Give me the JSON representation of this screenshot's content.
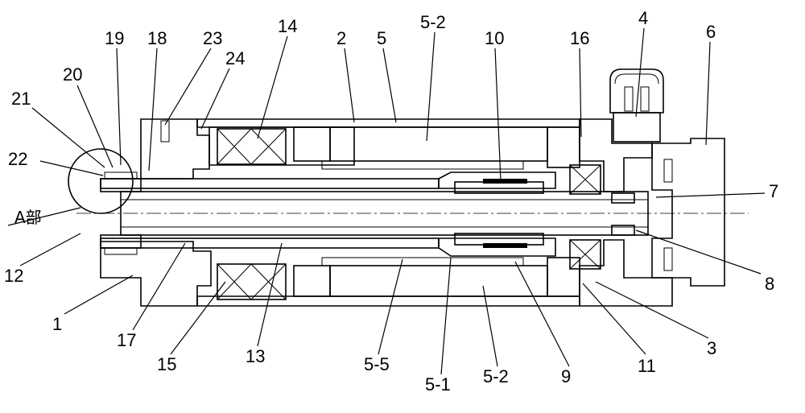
{
  "labels": {
    "l1": "1",
    "l2": "2",
    "l3": "3",
    "l4": "4",
    "l5": "5",
    "l5_2_top": "5-2",
    "l6": "6",
    "l7": "7",
    "l8": "8",
    "l9": "9",
    "l10": "10",
    "l11": "11",
    "l12": "12",
    "l13": "13",
    "l14": "14",
    "l15": "15",
    "l16": "16",
    "l17": "17",
    "l18": "18",
    "l19": "19",
    "l20": "20",
    "l21": "21",
    "l22": "22",
    "l23": "23",
    "l24": "24",
    "l5_5": "5-5",
    "l5_1": "5-1",
    "l5_2_bottom": "5-2",
    "detail_a": "A部"
  }
}
